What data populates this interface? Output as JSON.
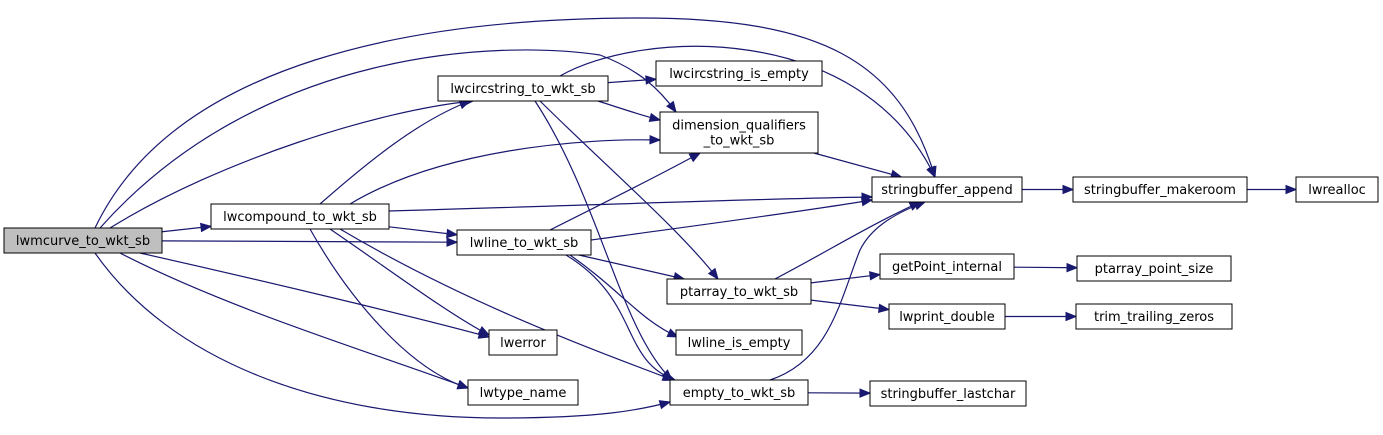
{
  "diagram": {
    "edge_color": "#191970",
    "root_fill": "#bfbfbf",
    "node_fill": "#ffffff",
    "nodes": [
      {
        "id": "lwmcurve_to_wkt_sb",
        "label": "lwmcurve_to_wkt_sb",
        "root": true
      },
      {
        "id": "lwcompound_to_wkt_sb",
        "label": "lwcompound_to_wkt_sb"
      },
      {
        "id": "lwcircstring_to_wkt_sb",
        "label": "lwcircstring_to_wkt_sb"
      },
      {
        "id": "lwline_to_wkt_sb",
        "label": "lwline_to_wkt_sb"
      },
      {
        "id": "lwerror",
        "label": "lwerror"
      },
      {
        "id": "lwtype_name",
        "label": "lwtype_name"
      },
      {
        "id": "lwcircstring_is_empty",
        "label": "lwcircstring_is_empty"
      },
      {
        "id": "dimension_qualifiers_to_wkt_sb",
        "label": [
          "dimension_qualifiers",
          "_to_wkt_sb"
        ]
      },
      {
        "id": "ptarray_to_wkt_sb",
        "label": "ptarray_to_wkt_sb"
      },
      {
        "id": "lwline_is_empty",
        "label": "lwline_is_empty"
      },
      {
        "id": "empty_to_wkt_sb",
        "label": "empty_to_wkt_sb"
      },
      {
        "id": "stringbuffer_append",
        "label": "stringbuffer_append"
      },
      {
        "id": "getPoint_internal",
        "label": "getPoint_internal"
      },
      {
        "id": "lwprint_double",
        "label": "lwprint_double"
      },
      {
        "id": "stringbuffer_lastchar",
        "label": "stringbuffer_lastchar"
      },
      {
        "id": "stringbuffer_makeroom",
        "label": "stringbuffer_makeroom"
      },
      {
        "id": "ptarray_point_size",
        "label": "ptarray_point_size"
      },
      {
        "id": "trim_trailing_zeros",
        "label": "trim_trailing_zeros"
      },
      {
        "id": "lwrealloc",
        "label": "lwrealloc"
      }
    ],
    "edges": [
      {
        "from": "lwmcurve_to_wkt_sb",
        "to": "lwcompound_to_wkt_sb"
      },
      {
        "from": "lwmcurve_to_wkt_sb",
        "to": "lwcircstring_to_wkt_sb"
      },
      {
        "from": "lwmcurve_to_wkt_sb",
        "to": "lwline_to_wkt_sb"
      },
      {
        "from": "lwmcurve_to_wkt_sb",
        "to": "lwerror"
      },
      {
        "from": "lwmcurve_to_wkt_sb",
        "to": "lwtype_name"
      },
      {
        "from": "lwmcurve_to_wkt_sb",
        "to": "dimension_qualifiers_to_wkt_sb"
      },
      {
        "from": "lwmcurve_to_wkt_sb",
        "to": "empty_to_wkt_sb"
      },
      {
        "from": "lwmcurve_to_wkt_sb",
        "to": "stringbuffer_append"
      },
      {
        "from": "lwcompound_to_wkt_sb",
        "to": "lwcircstring_to_wkt_sb"
      },
      {
        "from": "lwcompound_to_wkt_sb",
        "to": "lwline_to_wkt_sb"
      },
      {
        "from": "lwcompound_to_wkt_sb",
        "to": "lwerror"
      },
      {
        "from": "lwcompound_to_wkt_sb",
        "to": "lwtype_name"
      },
      {
        "from": "lwcompound_to_wkt_sb",
        "to": "dimension_qualifiers_to_wkt_sb"
      },
      {
        "from": "lwcompound_to_wkt_sb",
        "to": "empty_to_wkt_sb"
      },
      {
        "from": "lwcompound_to_wkt_sb",
        "to": "stringbuffer_append"
      },
      {
        "from": "lwcircstring_to_wkt_sb",
        "to": "lwcircstring_is_empty"
      },
      {
        "from": "lwcircstring_to_wkt_sb",
        "to": "dimension_qualifiers_to_wkt_sb"
      },
      {
        "from": "lwcircstring_to_wkt_sb",
        "to": "stringbuffer_append"
      },
      {
        "from": "lwcircstring_to_wkt_sb",
        "to": "ptarray_to_wkt_sb"
      },
      {
        "from": "lwcircstring_to_wkt_sb",
        "to": "empty_to_wkt_sb"
      },
      {
        "from": "lwline_to_wkt_sb",
        "to": "dimension_qualifiers_to_wkt_sb"
      },
      {
        "from": "lwline_to_wkt_sb",
        "to": "stringbuffer_append"
      },
      {
        "from": "lwline_to_wkt_sb",
        "to": "ptarray_to_wkt_sb"
      },
      {
        "from": "lwline_to_wkt_sb",
        "to": "lwline_is_empty"
      },
      {
        "from": "lwline_to_wkt_sb",
        "to": "empty_to_wkt_sb"
      },
      {
        "from": "dimension_qualifiers_to_wkt_sb",
        "to": "stringbuffer_append"
      },
      {
        "from": "ptarray_to_wkt_sb",
        "to": "stringbuffer_append"
      },
      {
        "from": "ptarray_to_wkt_sb",
        "to": "getPoint_internal"
      },
      {
        "from": "ptarray_to_wkt_sb",
        "to": "lwprint_double"
      },
      {
        "from": "empty_to_wkt_sb",
        "to": "stringbuffer_append"
      },
      {
        "from": "empty_to_wkt_sb",
        "to": "stringbuffer_lastchar"
      },
      {
        "from": "stringbuffer_append",
        "to": "stringbuffer_makeroom"
      },
      {
        "from": "stringbuffer_makeroom",
        "to": "lwrealloc"
      },
      {
        "from": "getPoint_internal",
        "to": "ptarray_point_size"
      },
      {
        "from": "lwprint_double",
        "to": "trim_trailing_zeros"
      }
    ]
  }
}
